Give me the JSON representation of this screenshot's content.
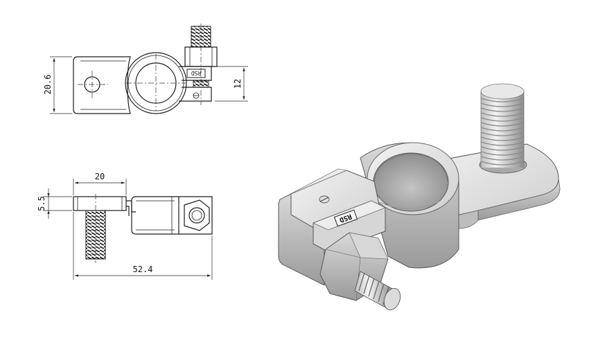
{
  "top_view": {
    "dim_height": "20.6",
    "dim_bolt_span": "12",
    "marking": "RSD"
  },
  "side_view": {
    "dim_width_top": "20",
    "dim_thickness": "5.5",
    "dim_total_length": "52.4"
  },
  "iso_view": {
    "marking": "RSD"
  }
}
